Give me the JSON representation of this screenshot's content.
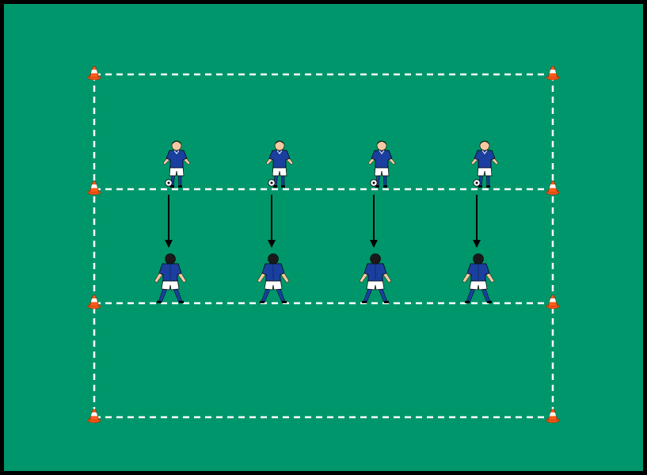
{
  "diagram": {
    "type": "soccer-drill",
    "colors": {
      "border": "#000000",
      "pitch": "#00966b",
      "boundary_line": "#ffffff",
      "arrow": "#000000",
      "cone_body": "#ff5a1a",
      "cone_stripe": "#ffffff",
      "jersey": "#1a3f9e",
      "shorts": "#ffffff",
      "socks": "#1a3f9e",
      "skin": "#f2c9a0",
      "hair": "#1a1a1a"
    },
    "cones": [
      {
        "id": "cone-top-left",
        "icon": "cone-icon"
      },
      {
        "id": "cone-top-right",
        "icon": "cone-icon"
      },
      {
        "id": "cone-mid1-left",
        "icon": "cone-icon"
      },
      {
        "id": "cone-mid1-right",
        "icon": "cone-icon"
      },
      {
        "id": "cone-mid2-left",
        "icon": "cone-icon"
      },
      {
        "id": "cone-mid2-right",
        "icon": "cone-icon"
      },
      {
        "id": "cone-bottom-left",
        "icon": "cone-icon"
      },
      {
        "id": "cone-bottom-right",
        "icon": "cone-icon"
      }
    ],
    "passers": [
      {
        "id": "passer-1",
        "has_ball": true
      },
      {
        "id": "passer-2",
        "has_ball": true
      },
      {
        "id": "passer-3",
        "has_ball": true
      },
      {
        "id": "passer-4",
        "has_ball": true
      }
    ],
    "receivers": [
      {
        "id": "receiver-1",
        "facing": "back"
      },
      {
        "id": "receiver-2",
        "facing": "back"
      },
      {
        "id": "receiver-3",
        "facing": "back"
      },
      {
        "id": "receiver-4",
        "facing": "back"
      }
    ],
    "arrows": [
      {
        "from": "passer-1",
        "to": "receiver-1",
        "style": "solid"
      },
      {
        "from": "passer-2",
        "to": "receiver-2",
        "style": "solid"
      },
      {
        "from": "passer-3",
        "to": "receiver-3",
        "style": "solid"
      },
      {
        "from": "passer-4",
        "to": "receiver-4",
        "style": "solid"
      }
    ]
  }
}
